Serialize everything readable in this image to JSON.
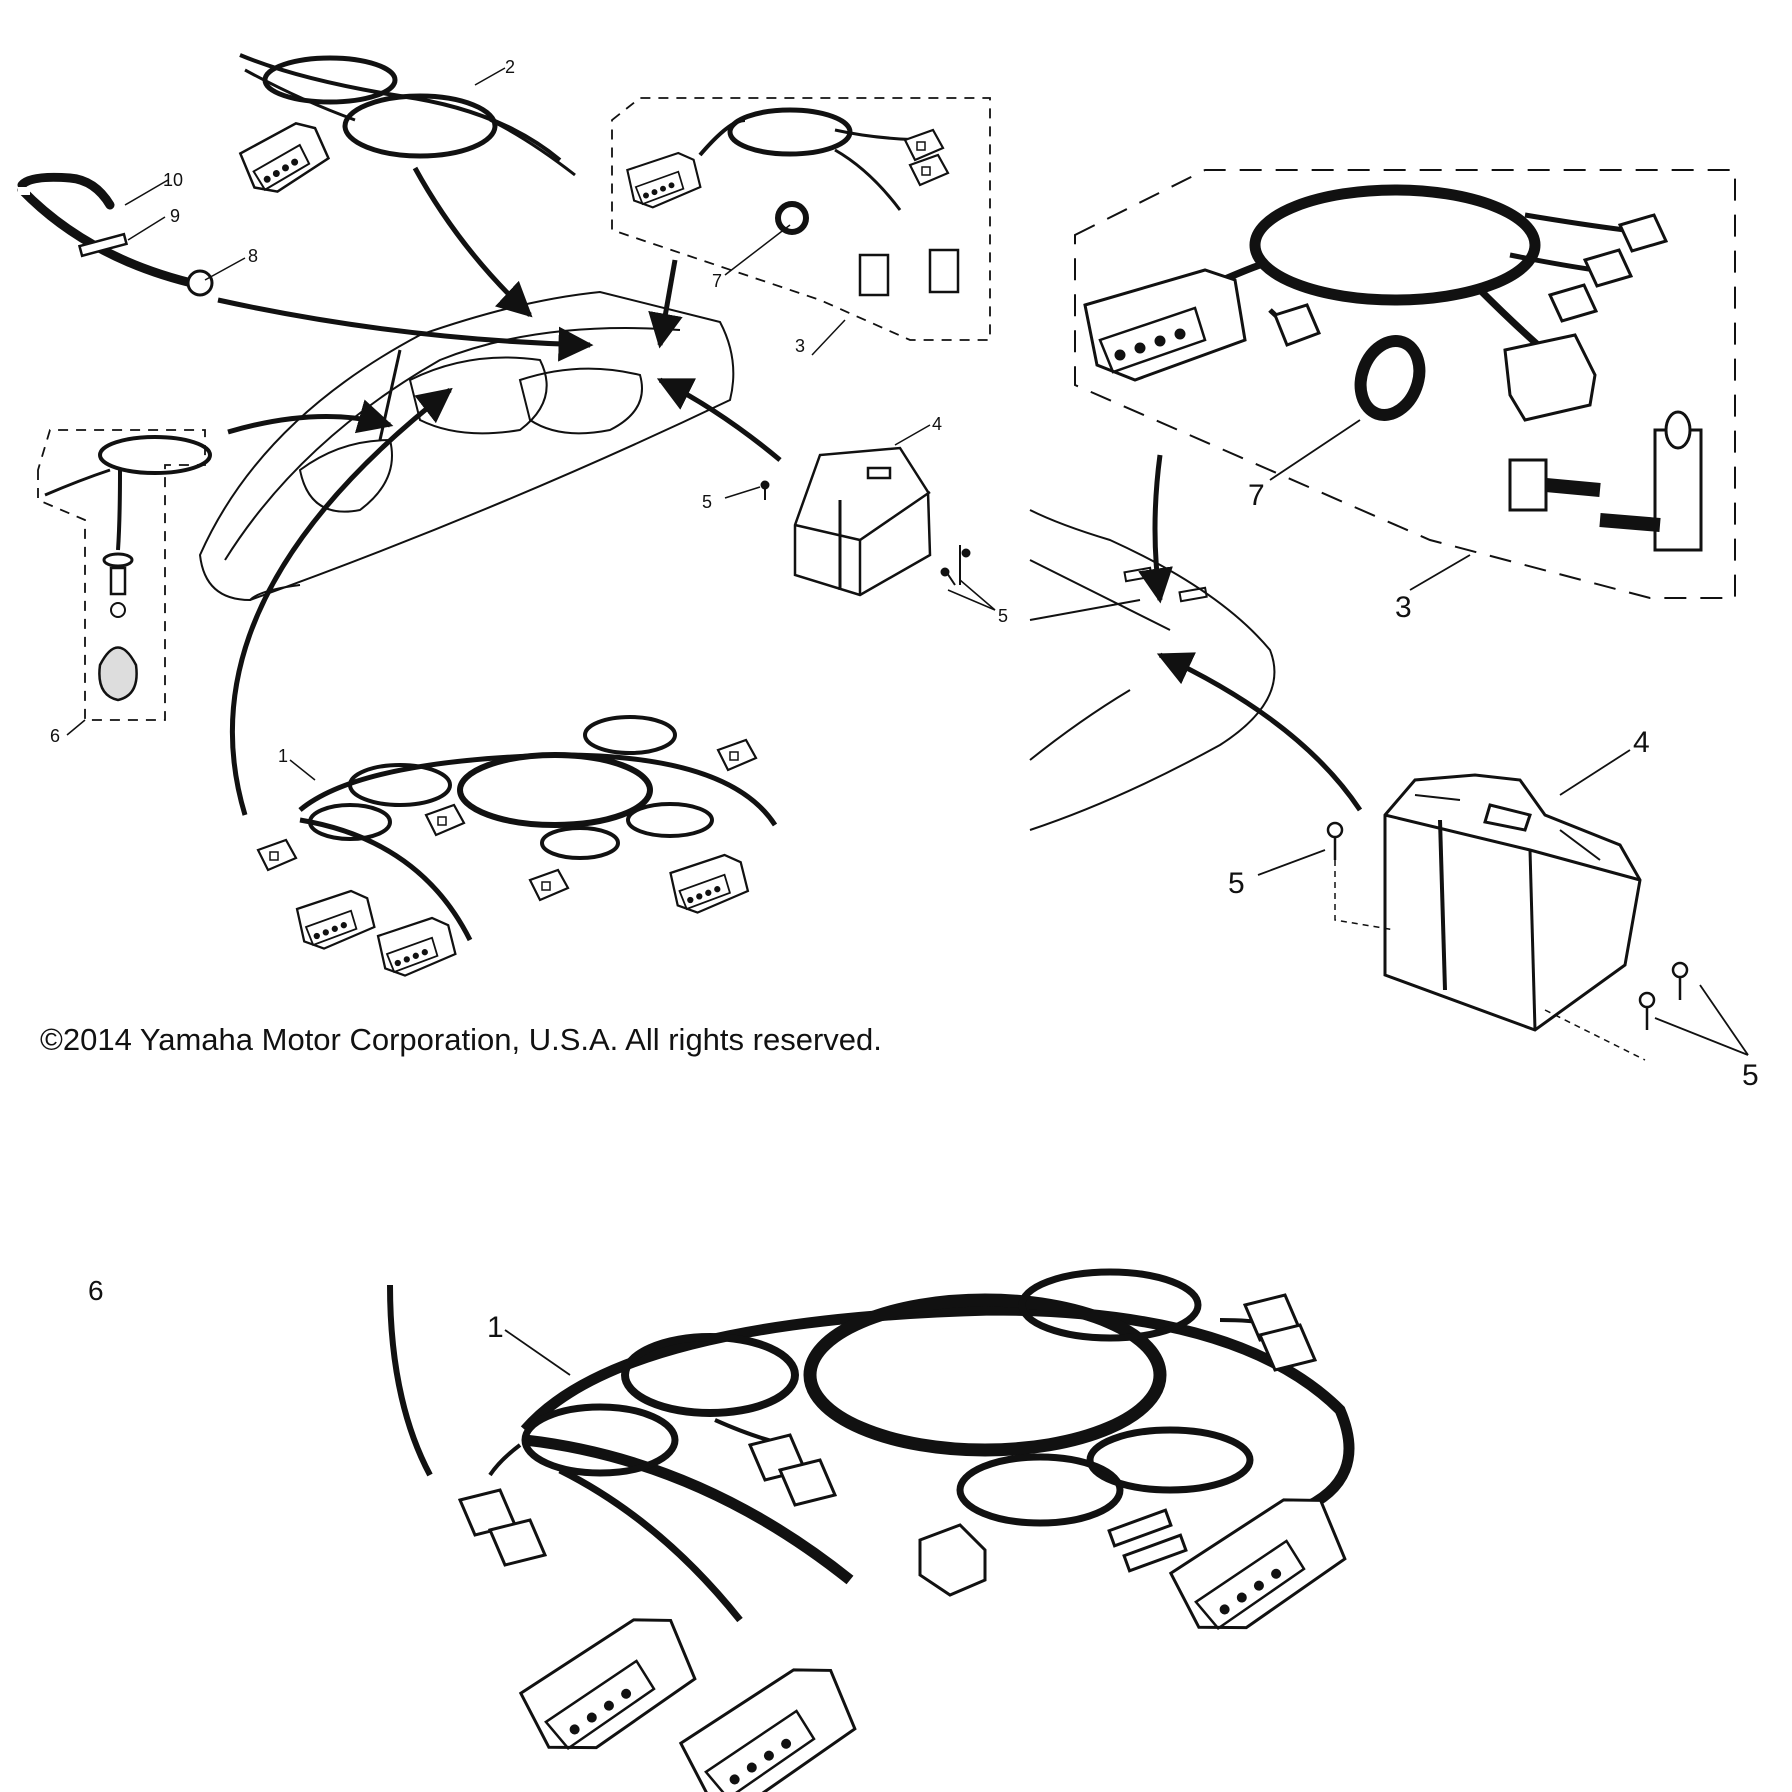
{
  "copyright": "©2014 Yamaha Motor Corporation, U.S.A. All rights reserved.",
  "callouts_overview": [
    "2",
    "10",
    "9",
    "8",
    "7",
    "3",
    "4",
    "5",
    "5",
    "6",
    "1"
  ],
  "callouts_detail_battery": [
    "7",
    "3",
    "4",
    "5",
    "5"
  ],
  "callouts_detail_harness": [
    "6",
    "1"
  ],
  "colors": {
    "ink": "#111111",
    "background": "#ffffff"
  }
}
